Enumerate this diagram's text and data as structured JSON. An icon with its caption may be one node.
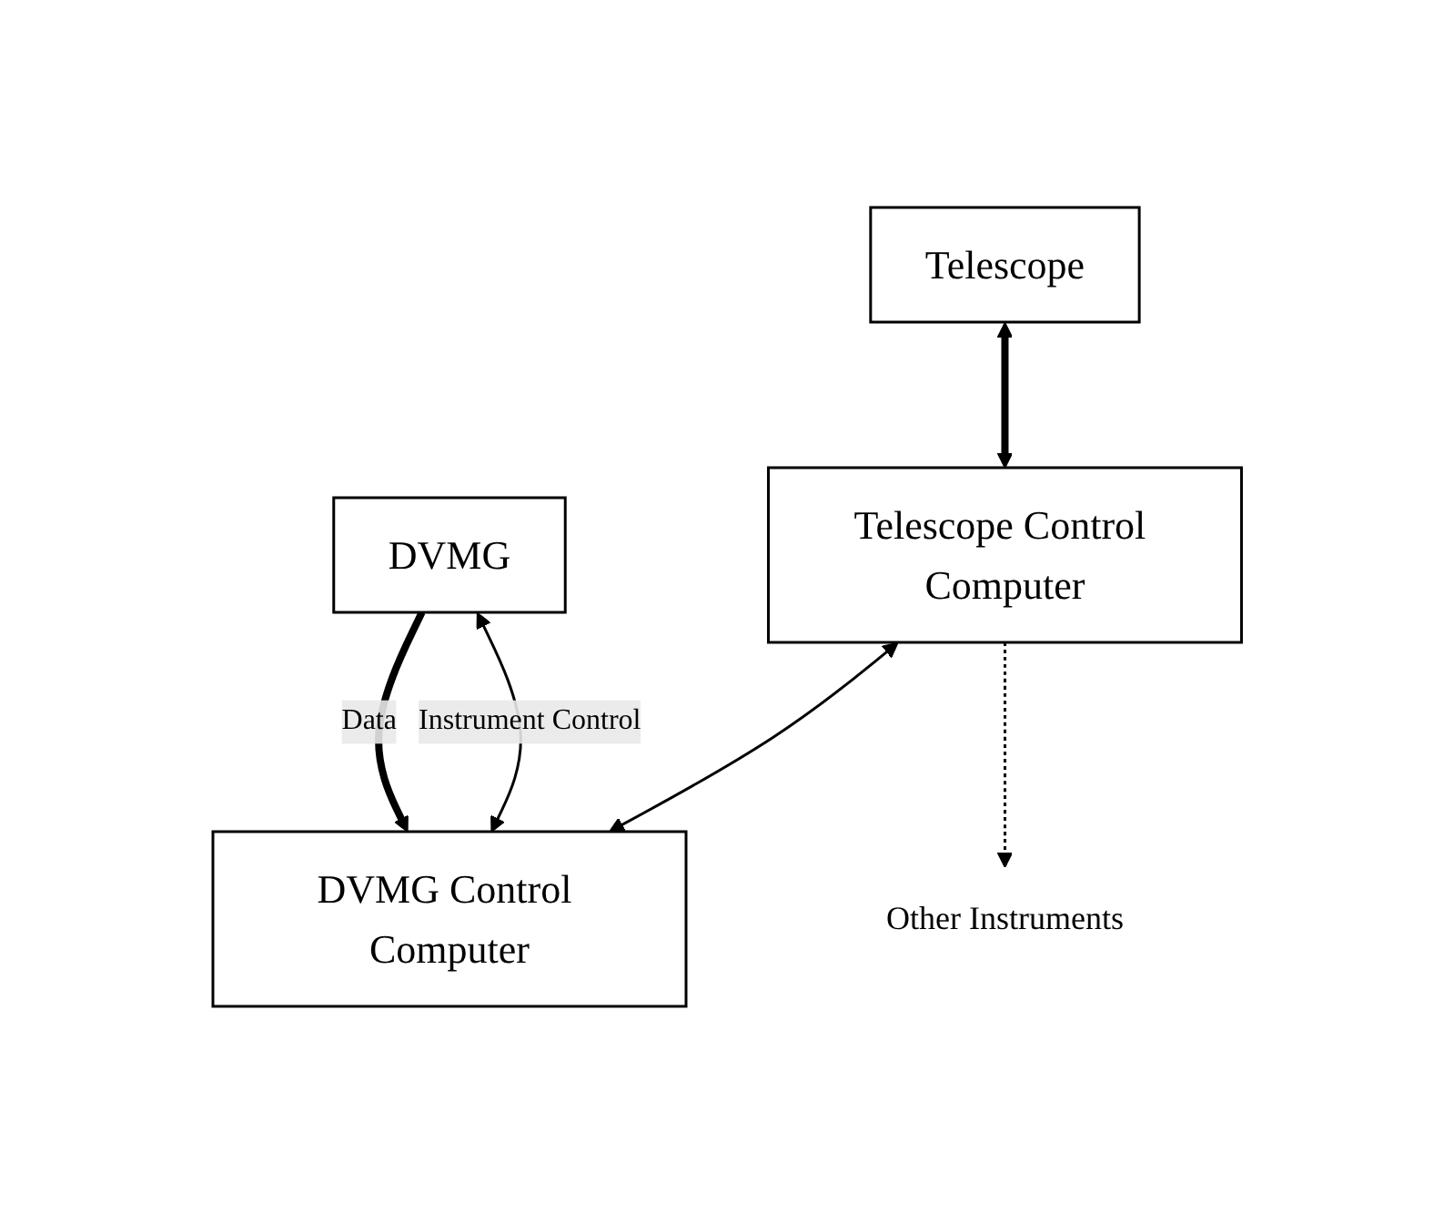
{
  "diagram": {
    "nodes": [
      {
        "text": [
          "Telescope"
        ]
      },
      {
        "text": [
          "DVMG"
        ]
      },
      {
        "text": [
          "Telescope Control Computer"
        ]
      },
      {
        "text": [
          "DVMG Control Computer"
        ]
      },
      {
        "text": [
          "Other Instruments"
        ]
      }
    ],
    "edges": [
      {
        "from": 0,
        "to": 2,
        "arrow": "both",
        "style": "thick"
      },
      {
        "from": 1,
        "to": 3,
        "arrow": "to",
        "style": "thick",
        "label": "Data"
      },
      {
        "from": 1,
        "to": 3,
        "arrow": "both",
        "label": "Instrument Control"
      },
      {
        "from": 2,
        "to": 3,
        "arrow": "both"
      },
      {
        "from": 2,
        "to": 4,
        "arrow": "to",
        "style": "dashed"
      }
    ]
  }
}
